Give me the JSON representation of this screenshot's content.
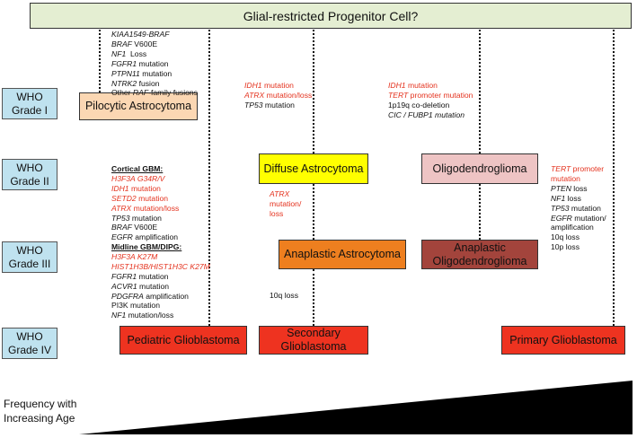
{
  "progenitor": "Glial-restricted Progenitor Cell?",
  "grades": [
    {
      "line1": "WHO",
      "line2": "Grade I"
    },
    {
      "line1": "WHO",
      "line2": "Grade II"
    },
    {
      "line1": "WHO",
      "line2": "Grade III"
    },
    {
      "line1": "WHO",
      "line2": "Grade IV"
    }
  ],
  "tumors": {
    "pilocytic": "Pilocytic Astrocytoma",
    "diffuse": "Diffuse Astrocytoma",
    "oligodendroglioma": "Oligodendroglioma",
    "anaplastic_astro": "Anaplastic Astrocytoma",
    "anaplastic_oligo_1": "Anaplastic",
    "anaplastic_oligo_2": "Oligodendroglioma",
    "pediatric_gbm": "Pediatric Glioblastoma",
    "secondary_gbm_1": "Secondary",
    "secondary_gbm_2": "Glioblastoma",
    "primary_gbm": "Primary Glioblastoma"
  },
  "colors": {
    "progenitor_fill": "#e4eed2",
    "grade_fill": "#bfe2ef",
    "pilocytic_fill": "#fbd7b3",
    "diffuse_fill": "#ffff00",
    "oligo_fill": "#eec4c4",
    "anaplastic_astro_fill": "#ee7f1f",
    "anaplastic_oligo_fill": "#a3443c",
    "gbm_fill": "#ee3320",
    "mutation_red": "#e4321e"
  },
  "pilocytic_alterations": {
    "l1a": "KIAA1549-BRAF",
    "l2a": "BRAF",
    "l2b": " V600E",
    "l3a": "NF1",
    "l3b": "  Loss",
    "l4a": "FGFR1",
    "l4b": " mutation",
    "l5a": "PTPN11",
    "l5b": " mutation",
    "l6a": "NTRK2",
    "l6b": " fusion",
    "l7a": "Other ",
    "l7b": "RAF",
    "l7c": "-family fusions"
  },
  "cortical_gbm": {
    "header": "Cortical GBM:",
    "l1": "H3F3A G34R/V",
    "l2a": "IDH1",
    "l2b": " mutation",
    "l3a": "SETD2",
    "l3b": " mutation",
    "l4a": "ATRX",
    "l4b": " mutation/loss",
    "l5a": "TP53",
    "l5b": " mutation",
    "l6a": "BRAF",
    "l6b": " V600E",
    "l7a": "EGFR",
    "l7b": " amplification"
  },
  "midline_gbm": {
    "header": "Midline GBM/DIPG:",
    "l1": "H3F3A K27M",
    "l2": "HIST1H3B/HIST1H3C K27M",
    "l3a": "FGFR1",
    "l3b": " mutation",
    "l4a": "ACVR1",
    "l4b": " mutation",
    "l5a": "PDGFRA",
    "l5b": " amplification",
    "l6": "PI3K mutation",
    "l7a": "NF1",
    "l7b": " mutation/loss"
  },
  "astro_alterations": {
    "l1a": "IDH1",
    "l1b": " mutation",
    "l2a": "ATRX",
    "l2b": " mutation/loss",
    "l3a": "TP53",
    "l3b": " mutation"
  },
  "oligo_alterations": {
    "l1a": "IDH1",
    "l1b": " mutation",
    "l2a": "TERT",
    "l2b": " promoter mutation",
    "l3": "1p19q co-deletion",
    "l4": "CIC / FUBP1 mutation"
  },
  "atrx_progression": {
    "l1": "ATRX",
    "l2": "mutation/",
    "l3": "loss"
  },
  "secondary_extra": "10q loss",
  "primary_alterations": {
    "l1a": "TERT",
    "l1b": " promoter",
    "l2": "mutation",
    "l3a": "PTEN",
    "l3b": " loss",
    "l4a": "NF1",
    "l4b": " loss",
    "l5a": "TP53",
    "l5b": " mutation",
    "l6a": "EGFR",
    "l6b": " mutation/",
    "l7": "amplification",
    "l8": "10q loss",
    "l9": "10p loss"
  },
  "frequency": {
    "line1": "Frequency with",
    "line2": "Increasing Age"
  }
}
